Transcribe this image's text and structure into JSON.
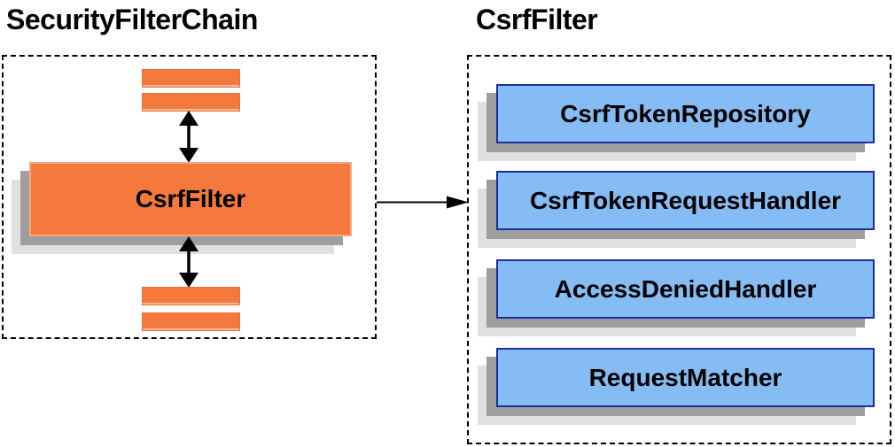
{
  "left_panel": {
    "title": "SecurityFilterChain",
    "csrf_filter_label": "CsrfFilter"
  },
  "right_panel": {
    "title": "CsrfFilter",
    "components": [
      {
        "label": "CsrfTokenRepository"
      },
      {
        "label": "CsrfTokenRequestHandler"
      },
      {
        "label": "AccessDeniedHandler"
      },
      {
        "label": "RequestMatcher"
      }
    ]
  },
  "icons": {
    "vertical_arrows": "bidirectional-arrow-icon",
    "horizontal_arrow": "right-arrow-icon"
  },
  "colors": {
    "filter_orange": "#f5793d",
    "orange_border_light": "#f8a87e",
    "component_blue": "#85bcf4",
    "component_border_blue": "#1b2da3",
    "shadow_gray": "#9e9e9e",
    "shadow_light_gray": "#e0e0e0",
    "line_black": "#000000"
  }
}
